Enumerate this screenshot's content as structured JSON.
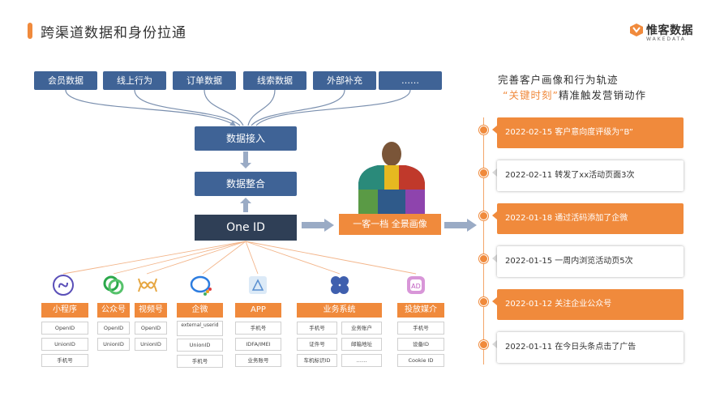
{
  "header": {
    "title": "跨渠道数据和身份拉通",
    "logo_name": "惟客数据",
    "logo_sub": "WAKEDATA"
  },
  "sources": [
    "会员数据",
    "线上行为",
    "订单数据",
    "线索数据",
    "外部补充",
    "……"
  ],
  "pipeline": {
    "ingest": "数据接入",
    "integrate": "数据整合",
    "oneid": "One ID",
    "portrait": "一客一档 全景画像"
  },
  "right": {
    "title_line1": "完善客户画像和行为轨迹",
    "title_line2_highlight": "“关键时刻”",
    "title_line2_rest": "精准触发营销动作",
    "events": [
      {
        "text": "2022-02-15 客户意向度评级为“B”",
        "style": "orange"
      },
      {
        "text": "2022-02-11 转发了xx活动页面3次",
        "style": "white"
      },
      {
        "text": "2022-01-18 通过活码添加了企微",
        "style": "orange"
      },
      {
        "text": "2022-01-15 一周内浏览活动页5次",
        "style": "white"
      },
      {
        "text": "2022-01-12 关注企业公众号",
        "style": "orange"
      },
      {
        "text": "2022-01-11 在今日头条点击了广告",
        "style": "white"
      }
    ]
  },
  "channels": [
    {
      "label": "小程序",
      "icon": "mini-program-icon",
      "fields": [
        "OpenID",
        "UnionID",
        "手机号"
      ]
    },
    {
      "label": "公众号",
      "icon": "official-account-icon",
      "fields": [
        "OpenID",
        "UnionID"
      ]
    },
    {
      "label": "视频号",
      "icon": "video-channel-icon",
      "fields": [
        "OpenID",
        "UnionID"
      ]
    },
    {
      "label": "企微",
      "icon": "wecom-icon",
      "fields": [
        "external_userid",
        "UnionID",
        "手机号"
      ]
    },
    {
      "label": "APP",
      "icon": "app-icon",
      "fields": [
        "手机号",
        "IDFA/IMEI",
        "业务账号"
      ]
    },
    {
      "label": "业务系统",
      "icon": "business-system-icon",
      "fields": [
        "手机号",
        "业务账户",
        "证件号",
        "邮箱地址",
        "车机标识ID",
        "……"
      ]
    },
    {
      "label": "投放媒介",
      "icon": "ad-media-icon",
      "fields": [
        "手机号",
        "设备ID",
        "Cookie ID"
      ]
    }
  ],
  "colors": {
    "accent": "#f08a3c",
    "navy": "#3f6396",
    "dark": "#2f3f56"
  }
}
